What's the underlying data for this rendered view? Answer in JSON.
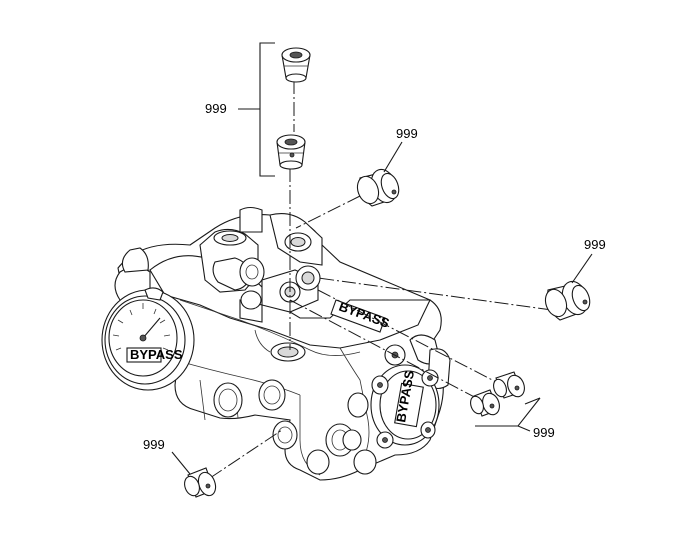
{
  "callouts": [
    {
      "id": "top-pair",
      "text": "999"
    },
    {
      "id": "upper-right-plug",
      "text": "999"
    },
    {
      "id": "far-right-plug",
      "text": "999"
    },
    {
      "id": "bottom-right-pair",
      "text": "999"
    },
    {
      "id": "bottom-left-plug",
      "text": "999"
    }
  ],
  "gauge_label": "BYPASS",
  "nameplate_text": "BYPASS",
  "cover_text": "BYPASS"
}
